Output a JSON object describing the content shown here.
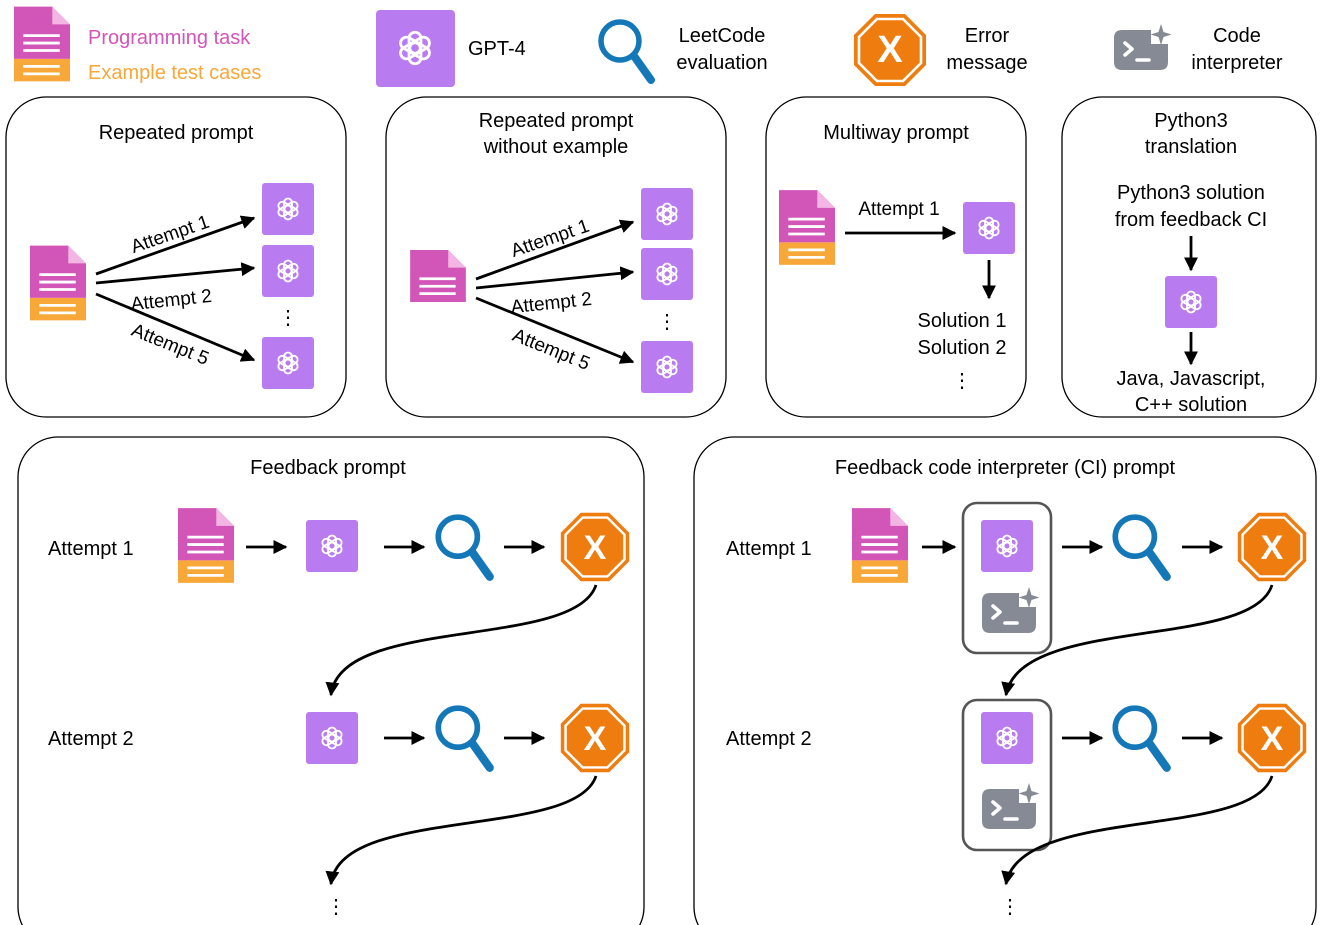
{
  "legend": {
    "programming_task": "Programming task",
    "example_tests": "Example test cases",
    "gpt4": "GPT-4",
    "leetcode_1": "LeetCode",
    "leetcode_2": "evaluation",
    "error_1": "Error",
    "error_2": "message",
    "ci_1": "Code",
    "ci_2": "interpreter"
  },
  "repeated": {
    "title": "Repeated prompt",
    "attempt1": "Attempt 1",
    "attempt2": "Attempt 2",
    "attempt5": "Attempt 5"
  },
  "repeated_noex": {
    "title_1": "Repeated prompt",
    "title_2": "without example",
    "attempt1": "Attempt 1",
    "attempt2": "Attempt 2",
    "attempt5": "Attempt 5"
  },
  "multiway": {
    "title": "Multiway prompt",
    "attempt1": "Attempt 1",
    "solution1": "Solution 1",
    "solution2": "Solution 2"
  },
  "translation": {
    "title_1": "Python3",
    "title_2": "translation",
    "input_1": "Python3 solution",
    "input_2": "from feedback CI",
    "output_1": "Java, Javascript,",
    "output_2": "C++ solution"
  },
  "feedback": {
    "title": "Feedback prompt",
    "attempt1": "Attempt 1",
    "attempt2": "Attempt 2"
  },
  "feedback_ci": {
    "title": "Feedback code interpreter (CI) prompt",
    "attempt1": "Attempt 1",
    "attempt2": "Attempt 2"
  },
  "ellipsis": "⋮",
  "icon_glyphs": {
    "error": "X"
  },
  "colors": {
    "task_pink": "#d255b8",
    "test_orange": "#f7a838",
    "gpt_purple": "#b97cf0",
    "magnifier_blue": "#1478b8",
    "error_orange": "#ef7c0f",
    "ci_gray": "#858a95",
    "panel_border": "#000000"
  }
}
